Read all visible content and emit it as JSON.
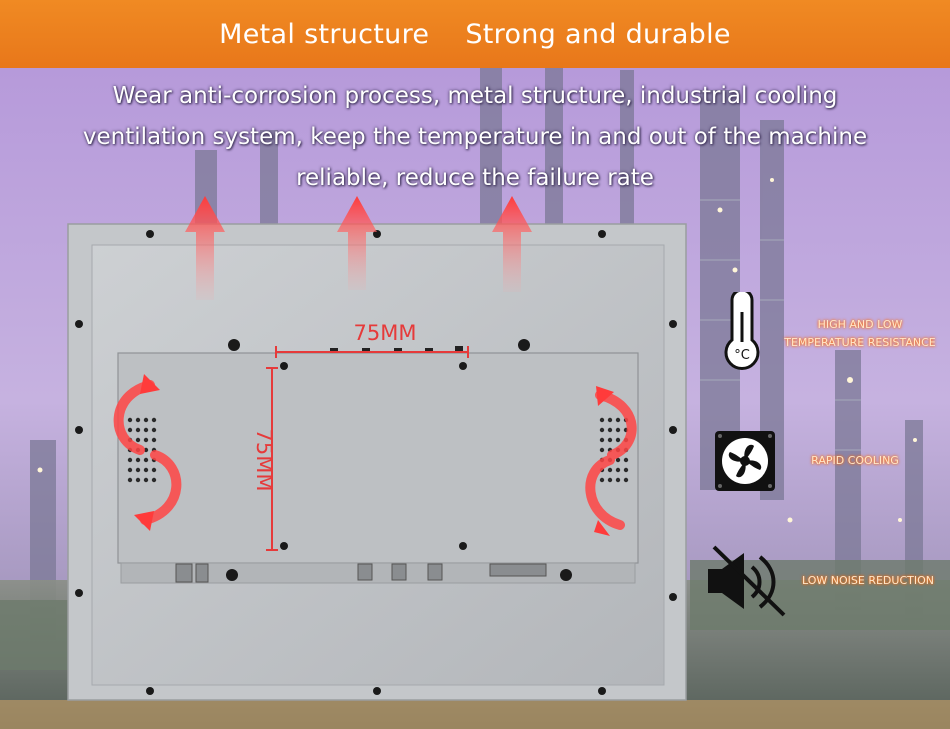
{
  "banner": {
    "left": "Metal structure",
    "right": "Strong and durable"
  },
  "description": {
    "line1": "Wear anti-corrosion process, metal structure, industrial cooling",
    "line2": "ventilation system, keep the temperature in and out of the machine",
    "line3": "reliable, reduce the failure rate"
  },
  "dimensions": {
    "horizontal": "75MM",
    "vertical": "75MM"
  },
  "features": [
    {
      "icon": "thermometer-icon",
      "label_line1": "HIGH AND LOW",
      "label_line2": "TEMPERATURE RESISTANCE"
    },
    {
      "icon": "fan-icon",
      "label_line1": "RAPID COOLING"
    },
    {
      "icon": "mute-speaker-icon",
      "label_line1": "LOW NOISE REDUCTION"
    }
  ],
  "colors": {
    "banner": "#e8771a",
    "arrow": "#ff4a4a",
    "panel": "#bfc2c5",
    "dimension": "#e63a3a"
  }
}
